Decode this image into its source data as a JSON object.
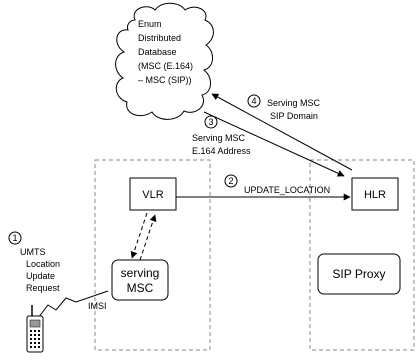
{
  "database": {
    "lines": [
      "Enum",
      "Distributed",
      "Database",
      "(MSC (E.164)",
      "– MSC (SIP))"
    ]
  },
  "steps": [
    {
      "number": "1",
      "lines": [
        "UMTS",
        "Location",
        "Update",
        "Request"
      ]
    },
    {
      "number": "2",
      "lines": [
        "UPDATE_LOCATION"
      ]
    },
    {
      "number": "3",
      "lines": [
        "Serving MSC",
        "E.164 Address"
      ]
    },
    {
      "number": "4",
      "lines": [
        "Serving MSC",
        "SIP Domain"
      ]
    }
  ],
  "nodes": {
    "vlr": "VLR",
    "hlr": "HLR",
    "serving_msc": [
      "serving",
      "MSC"
    ],
    "sip_proxy": "SIP Proxy"
  },
  "imsi_label": "IMSI"
}
